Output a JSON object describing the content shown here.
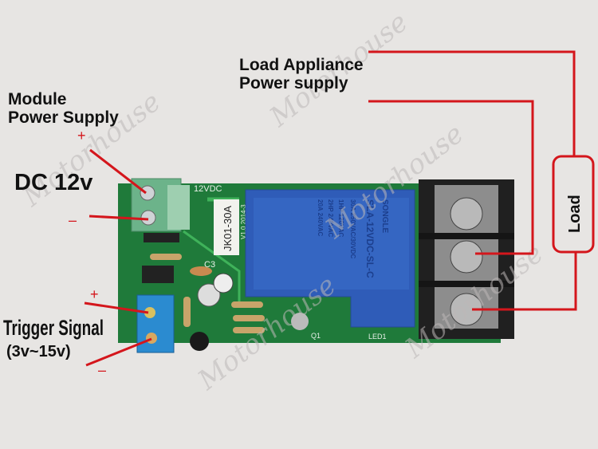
{
  "labels": {
    "load_supply_line1": "Load Appliance",
    "load_supply_line2": "Power supply",
    "module_line1": "Module",
    "module_line2": "Power Supply",
    "dc_voltage": "DC 12v",
    "trigger": "Trigger Signal",
    "trigger_range": "(3v~15v)",
    "plus": "+",
    "minus": "–",
    "load": "Load"
  },
  "board": {
    "power_label": "12VDC",
    "model": "JK01-30A",
    "version": "V1.0 2014-3",
    "cap_label": "C3",
    "transistor_label": "Q1",
    "led_label": "LED1"
  },
  "relay": {
    "brand": "SONGLE",
    "model": "SLA-12VDC-SL-C",
    "rating1": "30A 250VAC/30VDC",
    "rating2": "1HP 120VAC",
    "rating3": "2HP 240VAC",
    "rating4": "20A 240VAC"
  },
  "watermark": "Motorhouse",
  "colors": {
    "annotation_red": "#d4161c",
    "pcb_green": "#1f7a3a",
    "relay_blue": "#2f5cb8"
  }
}
